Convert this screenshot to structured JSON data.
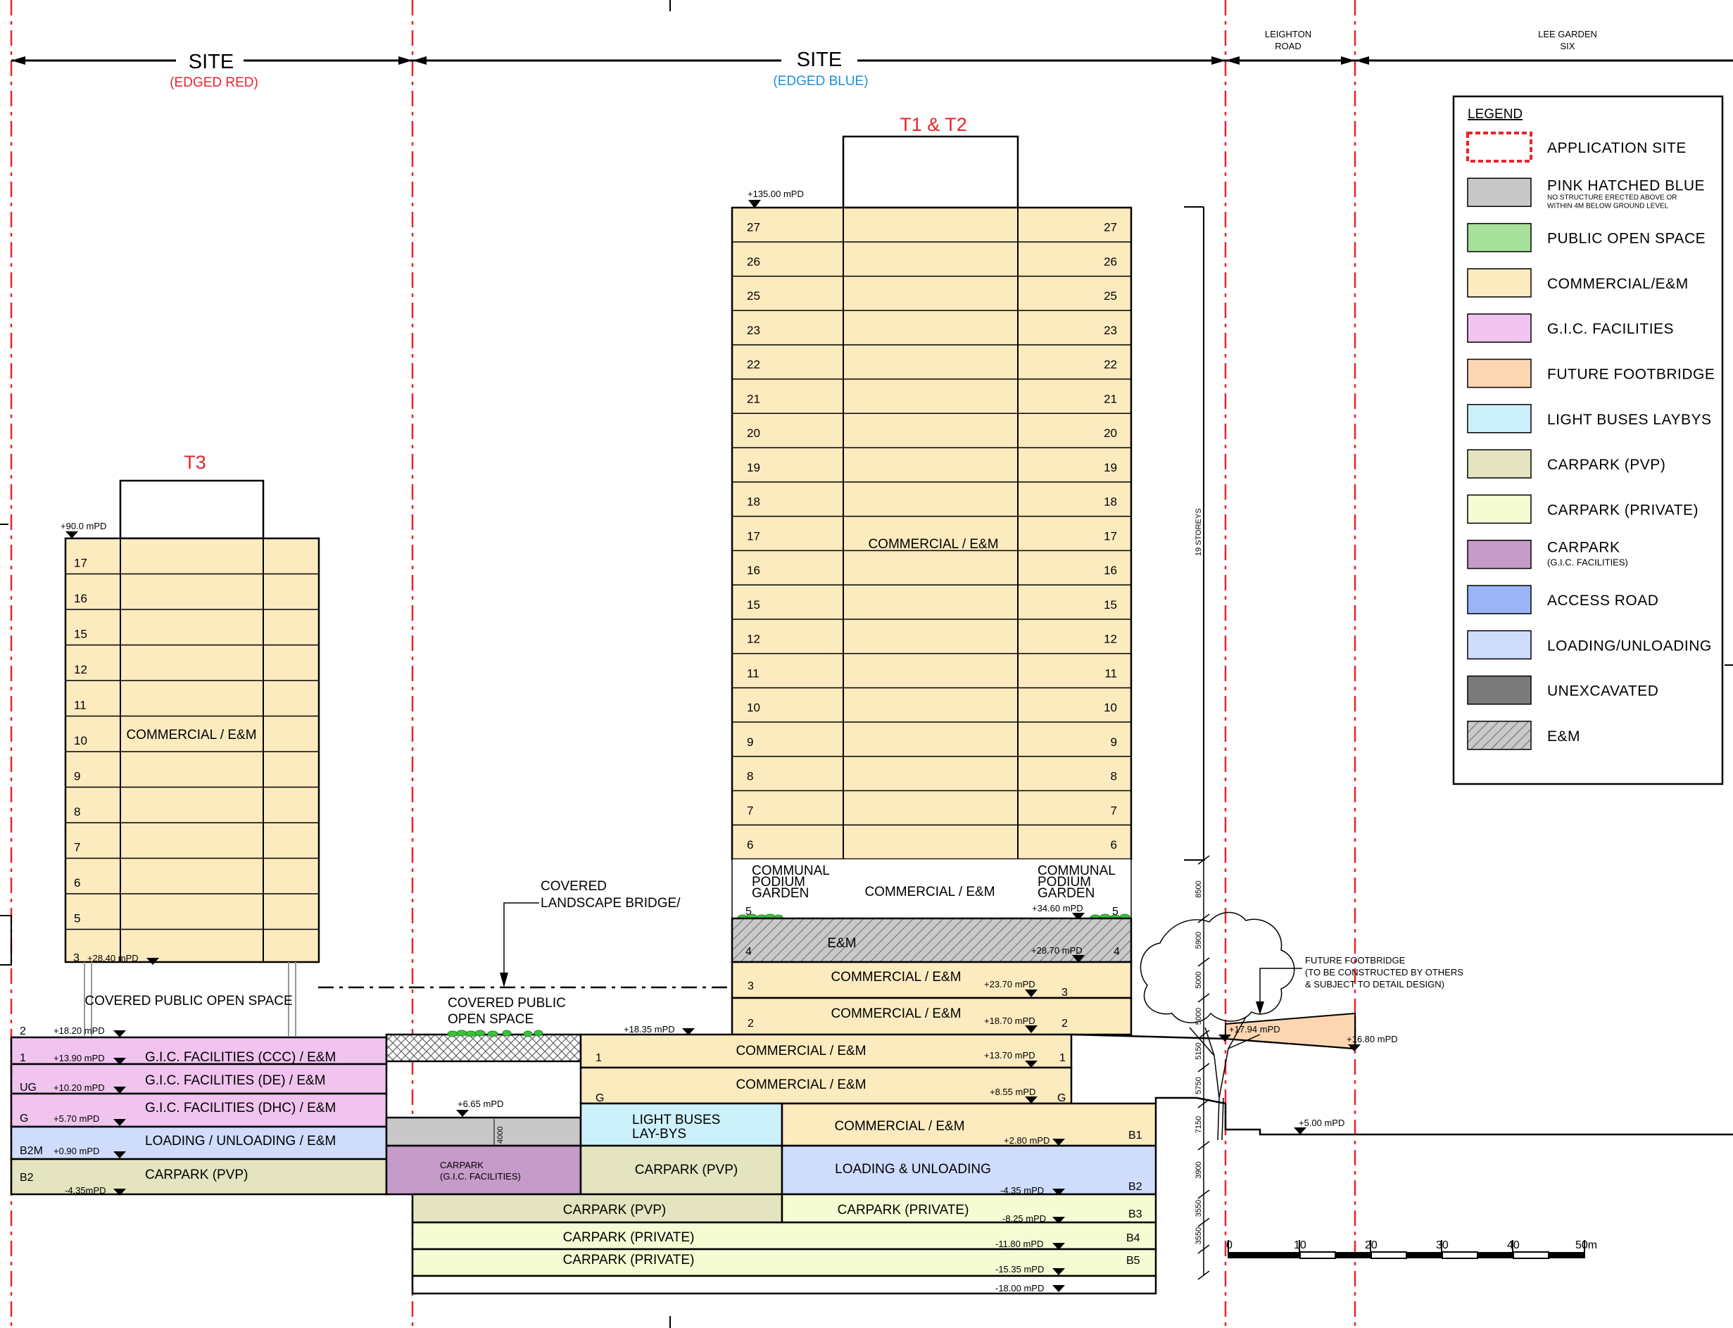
{
  "header": {
    "site_left": "SITE",
    "site_left_sub": "(EDGED RED)",
    "site_right": "SITE",
    "site_right_sub": "(EDGED BLUE)",
    "leighton_1": "LEIGHTON",
    "leighton_2": "ROAD",
    "leegarden_1": "LEE GARDEN",
    "leegarden_2": "SIX"
  },
  "towers": {
    "t1t2_title": "T1 & T2",
    "t3_title": "T3"
  },
  "t1t2": {
    "top_level": "+135.00 mPD",
    "floors": [
      "27",
      "26",
      "25",
      "23",
      "22",
      "21",
      "20",
      "19",
      "18",
      "17",
      "16",
      "15",
      "12",
      "11",
      "10",
      "9",
      "8",
      "7",
      "6"
    ],
    "label": "COMMERCIAL / E&M",
    "communal_left": [
      "COMMUNAL",
      "PODIUM",
      "GARDEN"
    ],
    "communal_right": [
      "COMMUNAL",
      "PODIUM",
      "GARDEN"
    ],
    "commercial_5": "COMMERCIAL / E&M",
    "level_5": "5",
    "level_5_mpd": "+34.60 mPD",
    "em_label": "E&M",
    "level_4": "4",
    "level_4_mpd": "+28.70 mPD",
    "level_3": "3",
    "level_3_label": "COMMERCIAL / E&M",
    "level_3_mpd": "+23.70 mPD",
    "level_2": "2",
    "level_2_label": "COMMERCIAL / E&M",
    "level_2_mpd": "+18.70 mPD",
    "storeys": "19 STOREYS"
  },
  "t3": {
    "top_level": "+90.0 mPD",
    "floors": [
      "17",
      "16",
      "15",
      "12",
      "11",
      "10",
      "9",
      "8",
      "7",
      "6",
      "5"
    ],
    "label": "COMMERCIAL / E&M",
    "level_3": "3",
    "level_3_mpd": "+28.40 mPD"
  },
  "bridge": {
    "covered_1": "COVERED",
    "covered_2": "LANDSCAPE BRIDGE/",
    "cpos_left": "COVERED PUBLIC OPEN SPACE",
    "cpos_mid_1": "COVERED PUBLIC",
    "cpos_mid_2": "OPEN SPACE"
  },
  "left_podium": {
    "lvl2": "2",
    "lvl2_mpd": "+18.20 mPD",
    "lvl1": "1",
    "lvl1_mpd": "+13.90 mPD",
    "lvl1_label": "G.I.C.  FACILITIES (CCC) / E&M",
    "lvlUG": "UG",
    "lvlUG_mpd": "+10.20 mPD",
    "lvlUG_label": "G.I.C.  FACILITIES (DE) / E&M",
    "lvlG": "G",
    "lvlG_mpd": "+5.70 mPD",
    "lvlG_label": "G.I.C.  FACILITIES (DHC) / E&M",
    "lvlB2M": "B2M",
    "lvlB2M_mpd": "+0.90 mPD",
    "lvlB2M_label": "LOADING / UNLOADING / E&M",
    "lvlB2": "B2",
    "lvlB2_mpd": "-4.35mPD",
    "lvlB2_label": "CARPARK (PVP)"
  },
  "mid_podium": {
    "mpd_665": "+6.65 mPD",
    "dim_4000": "4000",
    "carpark_gic_1": "CARPARK",
    "carpark_gic_2": "(G.I.C. FACILITIES)",
    "mpd_1835": "+18.35 mPD",
    "lvl1": "1",
    "lvl1_label": "COMMERCIAL / E&M",
    "lvl1_mpd": "+13.70 mPD",
    "lvl1_right": "1",
    "lvlG": "G",
    "lvlG_label": "COMMERCIAL / E&M",
    "lvlG_mpd": "+8.55 mPD",
    "lvlG_right": "G",
    "lightbus_1": "LIGHT BUSES",
    "lightbus_2": "LAY-BYS",
    "b1_label": "COMMERCIAL / E&M",
    "b1_mpd": "+2.80 mPD",
    "b1": "B1",
    "pvp_label": "CARPARK (PVP)",
    "load_label": "LOADING & UNLOADING",
    "b2_mpd": "-4.35 mPD",
    "b2": "B2",
    "b3_left": "CARPARK (PVP)",
    "b3_right": "CARPARK (PRIVATE)",
    "b3_mpd": "-8.25 mPD",
    "b3": "B3",
    "b4_label": "CARPARK (PRIVATE)",
    "b4_mpd": "-11.80 mPD",
    "b4": "B4",
    "b5_label": "CARPARK (PRIVATE)",
    "b5_mpd": "-15.35 mPD",
    "b5": "B5",
    "bottom_mpd": "-18.00 mPD"
  },
  "dims": [
    "8500",
    "5900",
    "5000",
    "5000",
    "5150",
    "5750",
    "7150",
    "3900",
    "3550",
    "3550"
  ],
  "road": {
    "mpd_1794": "+17.94 mPD",
    "mpd_1680": "+16.80 mPD",
    "mpd_500": "+5.00 mPD",
    "footbridge_1": "FUTURE FOOTBRIDGE",
    "footbridge_2": "(TO BE CONSTRUCTED BY OTHERS",
    "footbridge_3": "& SUBJECT TO DETAIL DESIGN)"
  },
  "scale": {
    "labels": [
      "0",
      "10",
      "20",
      "30",
      "40",
      "50m"
    ]
  },
  "legend": {
    "title": "LEGEND",
    "items": [
      {
        "label": "APPLICATION SITE",
        "color": "#ffffff",
        "style": "dashed-red"
      },
      {
        "label": "PINK HATCHED BLUE",
        "sub1": "NO STRUCTURE ERECTED ABOVE OR",
        "sub2": "WITHIN 4M BELOW GROUND LEVEL",
        "color": "#c8c8c8"
      },
      {
        "label": "PUBLIC OPEN SPACE",
        "color": "#a7e09a"
      },
      {
        "label": "COMMERCIAL/E&M",
        "color": "#fdebc0"
      },
      {
        "label": "G.I.C. FACILITIES",
        "color": "#f0c4ef"
      },
      {
        "label": "FUTURE FOOTBRIDGE",
        "color": "#fcd6b2"
      },
      {
        "label": "LIGHT BUSES LAYBYS",
        "color": "#cdf1fb"
      },
      {
        "label": "CARPARK (PVP)",
        "color": "#e4e4c0"
      },
      {
        "label": "CARPARK (PRIVATE)",
        "color": "#f5fbd3"
      },
      {
        "label": "CARPARK",
        "sub1": "(G.I.C. FACILITIES)",
        "color": "#c69ac9"
      },
      {
        "label": "ACCESS ROAD",
        "color": "#9bb4f7"
      },
      {
        "label": "LOADING/UNLOADING",
        "color": "#cfdcfc"
      },
      {
        "label": "UNEXCAVATED",
        "color": "#7b7b7b"
      },
      {
        "label": "E&M",
        "color": "#c9c9c9",
        "style": "hatch"
      }
    ]
  },
  "colors": {
    "commercial": "#fdebc0",
    "gic": "#f0c4ef",
    "loading": "#cfdcfc",
    "pvp": "#e4e4c0",
    "private": "#f5fbd3",
    "gic_carpark": "#c69ac9",
    "lightbus": "#cdf1fb",
    "footbridge": "#fcd6b2",
    "grey": "#c8c8c8",
    "site_red": "#e8242b",
    "site_blue": "#1f8fd8"
  }
}
